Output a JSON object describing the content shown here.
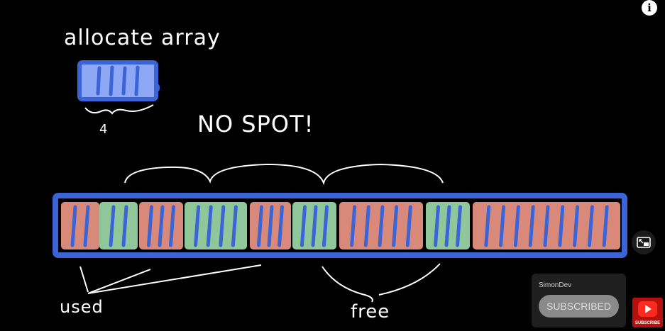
{
  "annotations": {
    "allocate_label": "allocate array",
    "size_label": "4",
    "no_spot_label": "NO SPOT!",
    "used_label": "used",
    "free_label": "free"
  },
  "memory_blocks": [
    "used",
    "free",
    "used",
    "free",
    "used",
    "free",
    "used",
    "free",
    "used"
  ],
  "colors": {
    "background": "#000000",
    "array_border": "#3b64d6",
    "new_array_fill": "#8fa8f5",
    "used_fill": "#d9897a",
    "free_fill": "#8fc79a",
    "stroke": "#ffffff"
  },
  "overlay": {
    "info_icon": "info-icon",
    "miniplayer_icon": "miniplayer-icon",
    "channel_name": "SimonDev",
    "subscribe_label": "SUBSCRIBED",
    "badge_label": "SUBSCRIBE"
  }
}
